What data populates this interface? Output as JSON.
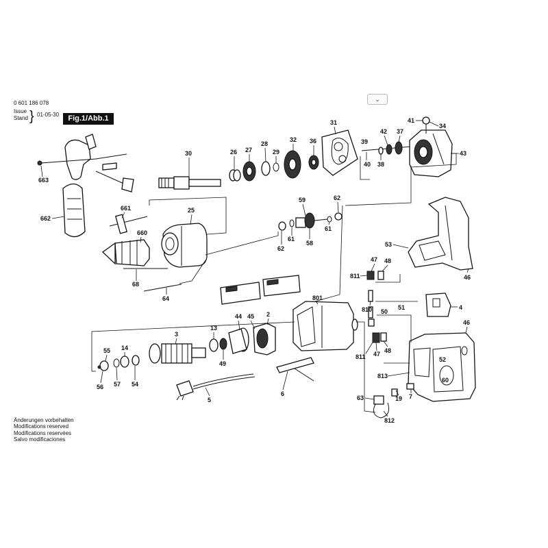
{
  "header": {
    "part_number": "0 601 186 078",
    "issue_label": "Issue",
    "stand_label": "Stand",
    "date": "01-05-30",
    "figure_label": "Fig.1/Abb.1"
  },
  "ui": {
    "chevron_glyph": "⌄"
  },
  "parts": {
    "p2": "2",
    "p3": "3",
    "p4": "4",
    "p5": "5",
    "p6": "6",
    "p7": "7",
    "p13": "13",
    "p14": "14",
    "p19": "19",
    "p25": "25",
    "p26": "26",
    "p27": "27",
    "p28": "28",
    "p29": "29",
    "p30": "30",
    "p31": "31",
    "p32": "32",
    "p34": "34",
    "p36": "36",
    "p37": "37",
    "p38": "38",
    "p39": "39",
    "p40": "40",
    "p41": "41",
    "p42": "42",
    "p43": "43",
    "p44": "44",
    "p45": "45",
    "p46a": "46",
    "p46b": "46",
    "p47a": "47",
    "p47b": "47",
    "p48a": "48",
    "p48b": "48",
    "p49": "49",
    "p50": "50",
    "p51": "51",
    "p52": "52",
    "p53": "53",
    "p54": "54",
    "p55": "55",
    "p56": "56",
    "p57": "57",
    "p58": "58",
    "p59": "59",
    "p60": "60",
    "p61a": "61",
    "p61b": "61",
    "p62a": "62",
    "p62b": "62",
    "p63": "63",
    "p64": "64",
    "p68": "68",
    "p660": "660",
    "p661": "661",
    "p662": "662",
    "p663": "663",
    "p801": "801",
    "p810": "810",
    "p811a": "811",
    "p811b": "811",
    "p812": "812",
    "p813": "813"
  },
  "footer": {
    "lines": [
      "Änderungen vorbehalten",
      "Modifications reserved",
      "Modifications reservées",
      "Salvo modificaciones"
    ]
  }
}
